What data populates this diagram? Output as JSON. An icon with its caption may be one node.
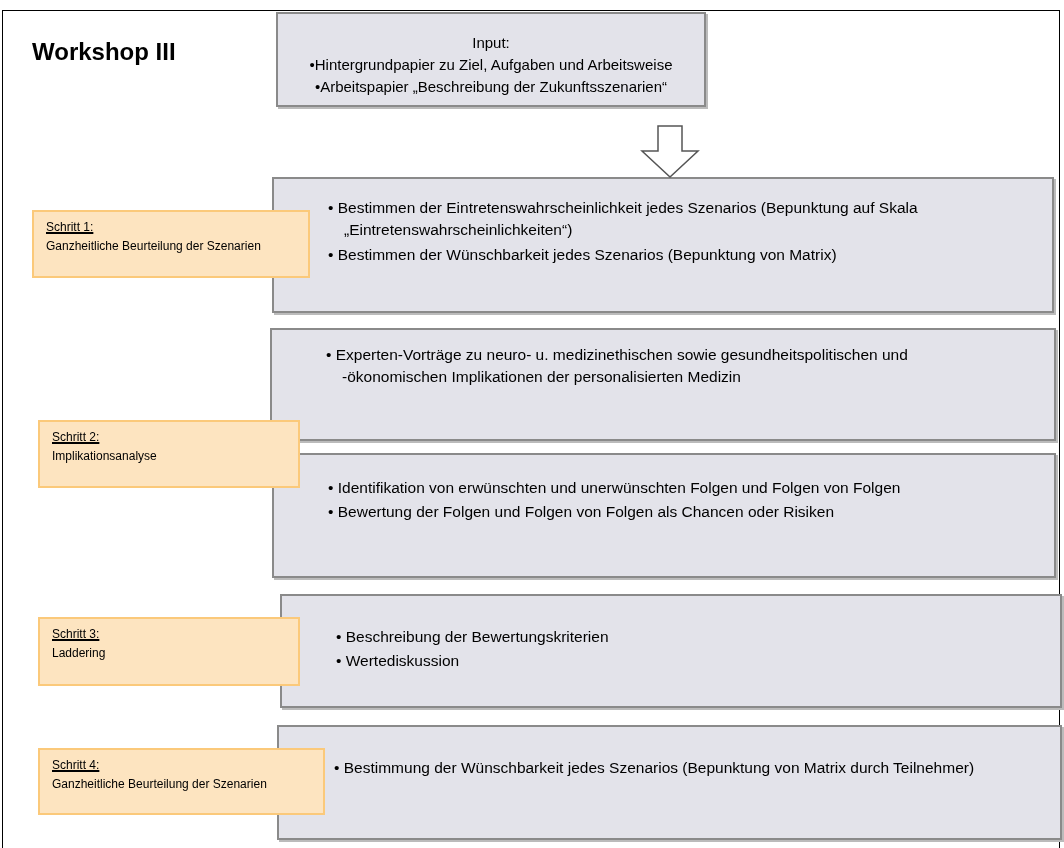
{
  "diagram": {
    "title": "Workshop III",
    "nodes": [
      {
        "text": [
          "Input:",
          "•Hintergrundpapier zu Ziel, Aufgaben und Arbeitsweise",
          "•Arbeitspapier „Beschreibung der Zukunftsszenarien“"
        ]
      },
      {
        "text": [
          "• Bestimmen der Eintretenswahrscheinlichkeit jedes Szenarios (Bepunktung auf Skala „Eintretenswahrscheinlichkeiten“)",
          "• Bestimmen der Wünschbarkeit jedes Szenarios (Bepunktung von Matrix)"
        ]
      },
      {
        "text": [
          "Schritt 1:",
          "Ganzheitliche Beurteilung der Szenarien"
        ]
      },
      {
        "text": [
          "• Experten-Vorträge zu neuro- u. medizinethischen sowie gesundheitspolitischen und -ökonomischen Implikationen der personalisierten Medizin"
        ]
      },
      {
        "text": [
          "Schritt 2:",
          "Implikationsanalyse"
        ]
      },
      {
        "text": [
          "• Identifikation von erwünschten und unerwünschten Folgen und Folgen von Folgen",
          "• Bewertung der Folgen und Folgen von Folgen als Chancen oder Risiken"
        ]
      },
      {
        "text": [
          "• Beschreibung der Bewertungskriterien",
          "• Wertediskussion"
        ]
      },
      {
        "text": [
          "Schritt 3:",
          "Laddering"
        ]
      },
      {
        "text": [
          "• Bestimmung der Wünschbarkeit jedes Szenarios (Bepunktung von Matrix durch Teilnehmer)"
        ]
      },
      {
        "text": [
          "Schritt 4:",
          "Ganzheitliche Beurteilung der Szenarien"
        ]
      }
    ],
    "edges": [
      {
        "from": 0,
        "to": 1,
        "arrow": "to"
      }
    ]
  }
}
